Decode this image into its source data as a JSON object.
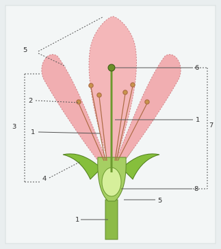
{
  "labels": {
    "top_left": "5",
    "left_outer": "3",
    "left_upper": "2",
    "left_mid": "1",
    "left_lower": "4",
    "right_top": "6",
    "right_mid": "1",
    "right_outer": "7",
    "right_bottom": "8",
    "bottom_mid": "5",
    "bottom_left": "1"
  }
}
